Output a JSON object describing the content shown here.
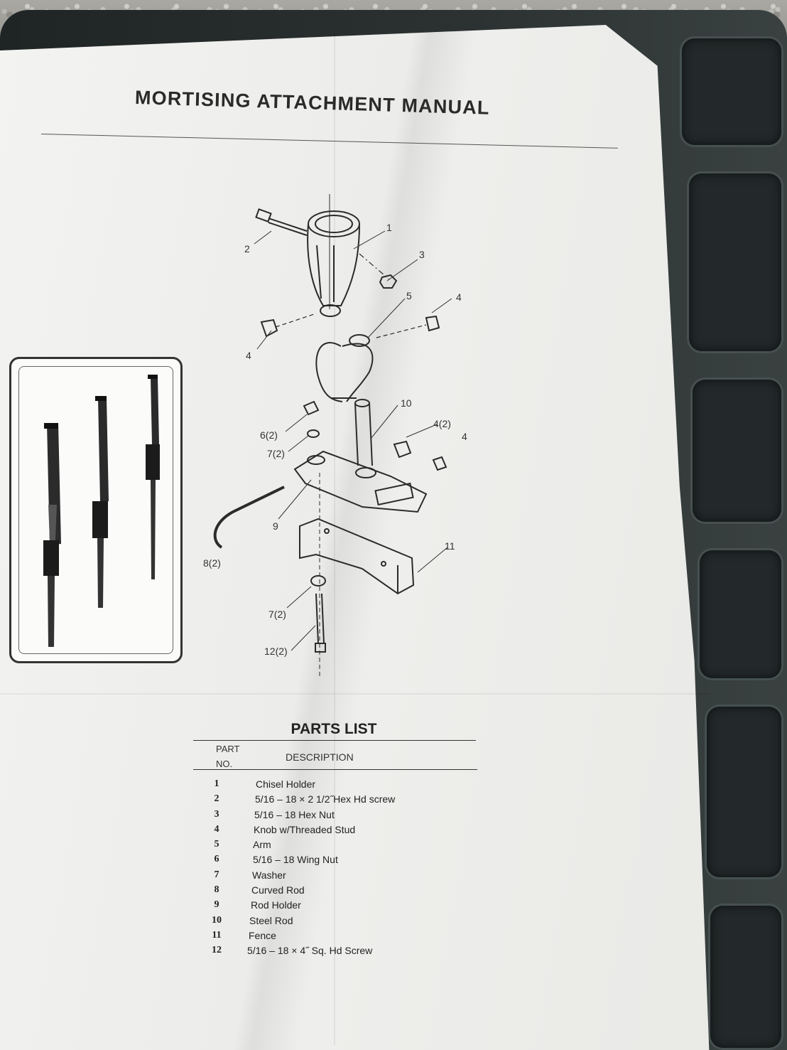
{
  "title": "MORTISING ATTACHMENT MANUAL",
  "callouts": {
    "c1": "1",
    "c2": "2",
    "c3": "3",
    "c4a": "4",
    "c4b": "4",
    "c4c": "4",
    "c42": "4(2)",
    "c5": "5",
    "c62": "6(2)",
    "c72a": "7(2)",
    "c72b": "7(2)",
    "c82": "8(2)",
    "c9": "9",
    "c10": "10",
    "c11": "11",
    "c122": "12(2)"
  },
  "parts_list": {
    "heading": "PARTS LIST",
    "col_part_line1": "PART",
    "col_part_line2": "NO.",
    "col_desc": "DESCRIPTION",
    "rows": [
      {
        "no": "1",
        "desc": "Chisel Holder"
      },
      {
        "no": "2",
        "desc": "5/16 – 18 × 2 1/2˝Hex Hd screw"
      },
      {
        "no": "3",
        "desc": "5/16 – 18 Hex Nut"
      },
      {
        "no": "4",
        "desc": "Knob w/Threaded Stud"
      },
      {
        "no": "5",
        "desc": "Arm"
      },
      {
        "no": "6",
        "desc": "5/16 – 18 Wing Nut"
      },
      {
        "no": "7",
        "desc": "Washer"
      },
      {
        "no": "8",
        "desc": "Curved Rod"
      },
      {
        "no": "9",
        "desc": "Rod Holder"
      },
      {
        "no": "10",
        "desc": "Steel Rod"
      },
      {
        "no": "11",
        "desc": "Fence"
      },
      {
        "no": "12",
        "desc": "5/16 – 18 × 4˝ Sq. Hd Screw"
      }
    ]
  }
}
